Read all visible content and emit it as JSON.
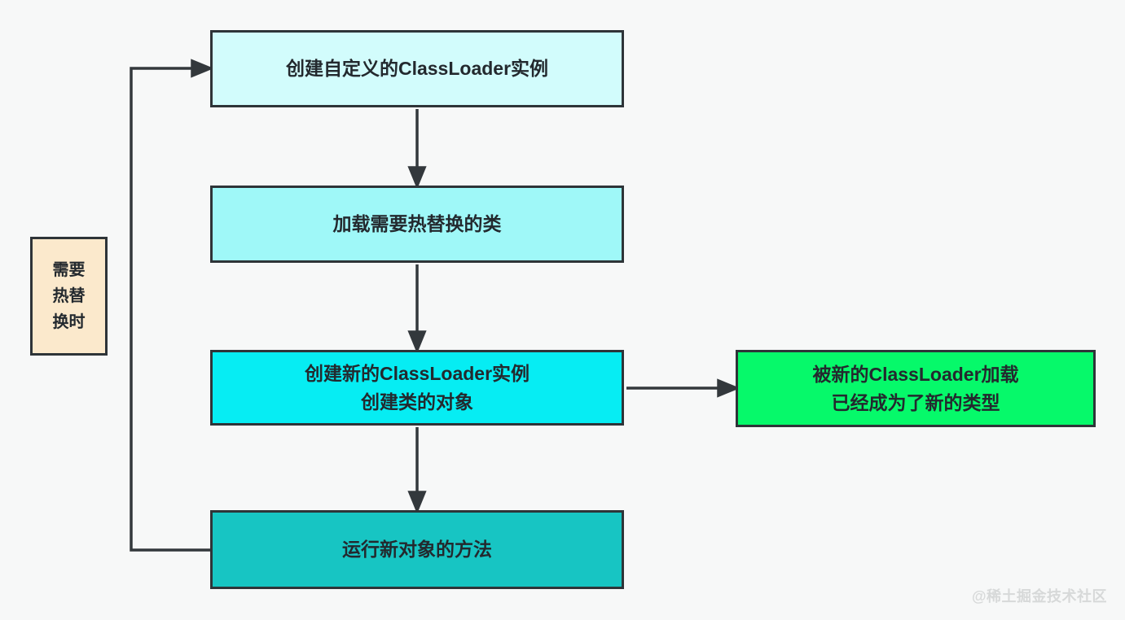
{
  "page": {
    "background": "#f7f8f8",
    "watermark": "@稀土掘金技术社区"
  },
  "colors": {
    "connector": "#33383c",
    "node_border": "#2e3438",
    "node_text": "#23292e",
    "watermark_text": "#d7d9d9"
  },
  "diagram": {
    "type": "flowchart",
    "topic": "ClassLoader hot swap flow",
    "nodes": [
      {
        "id": "create-custom-classloader",
        "text": "创建自定义的ClassLoader实例",
        "fill": "#d2fcfc"
      },
      {
        "id": "load-hot-swap-classes",
        "text": "加载需要热替换的类",
        "fill": "#9ff8f8"
      },
      {
        "id": "create-new-classloader",
        "text": "创建新的ClassLoader实例\n创建类的对象",
        "fill": "#06edf3"
      },
      {
        "id": "run-new-object-method",
        "text": "运行新对象的方法",
        "fill": "#17c5c3"
      },
      {
        "id": "loaded-by-new-classloader",
        "text": "被新的ClassLoader加载\n已经成为了新的类型",
        "fill": "#06f96a"
      },
      {
        "id": "hot-swap-timing-note",
        "text": "需要热替换时",
        "fill": "#fbe9cc"
      }
    ],
    "connectors": [
      {
        "from": "create-custom-classloader",
        "to": "load-hot-swap-classes",
        "direction": "down"
      },
      {
        "from": "load-hot-swap-classes",
        "to": "create-new-classloader",
        "direction": "down"
      },
      {
        "from": "create-new-classloader",
        "to": "run-new-object-method",
        "direction": "down"
      },
      {
        "from": "create-new-classloader",
        "to": "loaded-by-new-classloader",
        "direction": "right"
      },
      {
        "from": "run-new-object-method",
        "to": "create-custom-classloader",
        "direction": "loop-left-up"
      }
    ]
  }
}
